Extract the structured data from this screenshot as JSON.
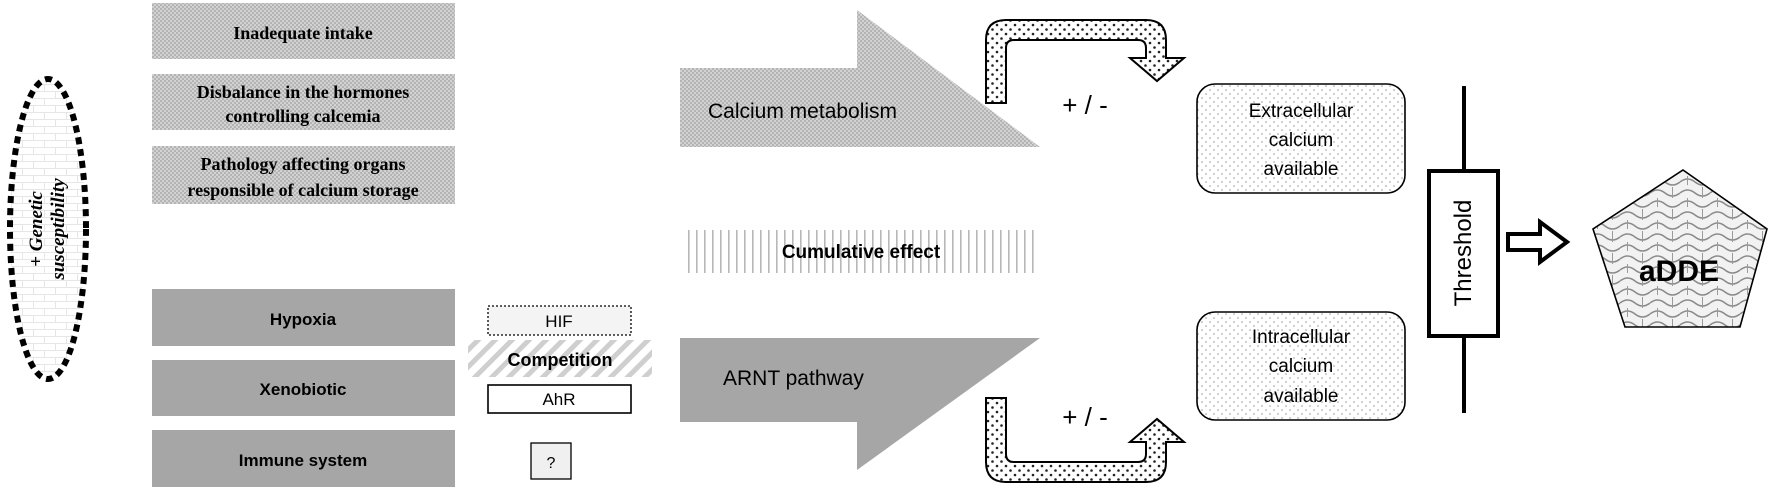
{
  "genetic": {
    "line1": "+ Genetic",
    "line2": "susceptibility"
  },
  "calcium_causes": [
    {
      "lines": [
        "Inadequate intake"
      ]
    },
    {
      "lines": [
        "Disbalance in the hormones",
        "controlling calcemia"
      ]
    },
    {
      "lines": [
        "Pathology affecting  organs",
        "responsible of calcium  storage"
      ]
    }
  ],
  "arnt_causes": [
    {
      "label": "Hypoxia"
    },
    {
      "label": "Xenobiotic"
    },
    {
      "label": "Immune system"
    }
  ],
  "mediators": {
    "hif": "HIF",
    "competition": "Competition",
    "ahr": "AhR",
    "unknown": "?"
  },
  "arrows": {
    "calcium_metabolism": "Calcium metabolism",
    "cumulative_effect": "Cumulative effect",
    "arnt_pathway": "ARNT pathway"
  },
  "modulation": {
    "top": "+ / -",
    "bottom": "+ / -"
  },
  "calcium_boxes": {
    "extracellular": [
      "Extracellular",
      "calcium",
      "available"
    ],
    "intracellular": [
      "Intracellular",
      "calcium",
      "available"
    ]
  },
  "threshold": "Threshold",
  "outcome": "aDDE"
}
